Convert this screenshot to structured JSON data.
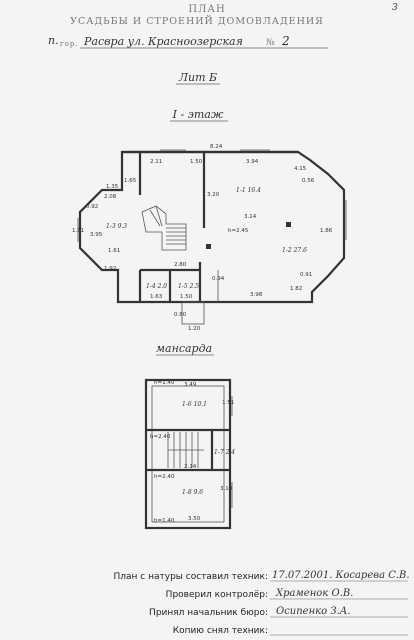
{
  "page_number": "3",
  "header": {
    "title": "ПЛАН",
    "subtitle": "УСАДЬБЫ И СТРОЕНИЙ ДОМОВЛАДЕНИЯ",
    "address_prefix": "гор.",
    "address_prefix_hand": "п.",
    "address_value": "Расвра ул. Красноозерская",
    "number_label": "№",
    "number_value": "2"
  },
  "plan": {
    "lit": "Лит Б",
    "floor1_title": "I - этаж",
    "floor2_title": "мансарда",
    "height_f1": "h=2.45",
    "dims_f1": [
      "8.24",
      "1.50",
      "2.11",
      "3.94",
      "3.20",
      "4.15",
      "1.35",
      "1.65",
      "2.08",
      "0.92",
      "1.81",
      "3.95",
      "3.14",
      "1.61",
      "1.92",
      "2.80",
      "3.98",
      "1.50",
      "1.63",
      "0.94",
      "0.91",
      "1.86",
      "0.80",
      "1.82",
      "0.56",
      "1.20"
    ],
    "rooms_f1": [
      "1-1 16.4",
      "1-2 27.6",
      "1-3 9.3",
      "1-4 2.0",
      "1-5 2.5"
    ],
    "dims_f2": [
      "3.49",
      "1.51",
      "2.14",
      "3.50",
      "3.19"
    ],
    "heights_f2": [
      "h=1.40",
      "h=2.40",
      "h=2.40",
      "h=1.40"
    ],
    "rooms_f2": [
      "1-6 10.1",
      "1-7 2.4",
      "1-8 9.6"
    ]
  },
  "signatures": [
    {
      "label": "План с натуры составил техник:",
      "value": "17.07.2001. Косарева С.В."
    },
    {
      "label": "Проверил контролёр:",
      "value": "Храменок О.В."
    },
    {
      "label": "Принял начальник бюро:",
      "value": "Осипенко З.А."
    },
    {
      "label": "Копию снял техник:",
      "value": ""
    }
  ]
}
